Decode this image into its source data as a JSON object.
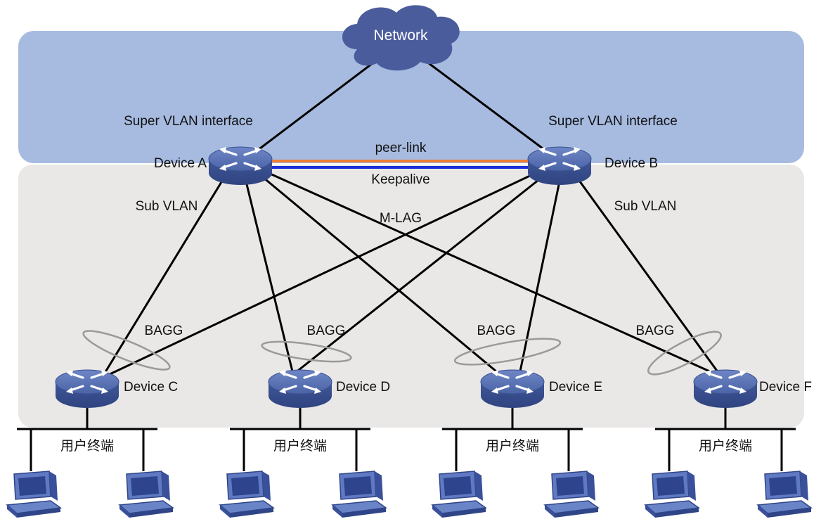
{
  "network": {
    "label": "Network"
  },
  "labels": {
    "super_vlan_left": "Super VLAN interface",
    "super_vlan_right": "Super VLAN interface",
    "peer_link": "peer-link",
    "keepalive": "Keepalive",
    "sub_vlan_left": "Sub VLAN",
    "sub_vlan_right": "Sub VLAN",
    "mlag": "M-LAG"
  },
  "devices": {
    "a": "Device A",
    "b": "Device B",
    "c": "Device C",
    "d": "Device D",
    "e": "Device E",
    "f": "Device F"
  },
  "bagg": [
    "BAGG",
    "BAGG",
    "BAGG",
    "BAGG"
  ],
  "user_terminals": [
    "用户终端",
    "用户终端",
    "用户终端",
    "用户终端"
  ],
  "colors": {
    "top_zone": "#a7bbe0",
    "bottom_zone": "#e9e8e7",
    "cloud": "#4b5c9d",
    "switch": "#4b65a8",
    "peer_link": "#ef7d33",
    "keepalive": "#1e2fd8",
    "link": "#000000",
    "bagg_ring": "#9a9a9a",
    "pc": "#3d55a6"
  }
}
